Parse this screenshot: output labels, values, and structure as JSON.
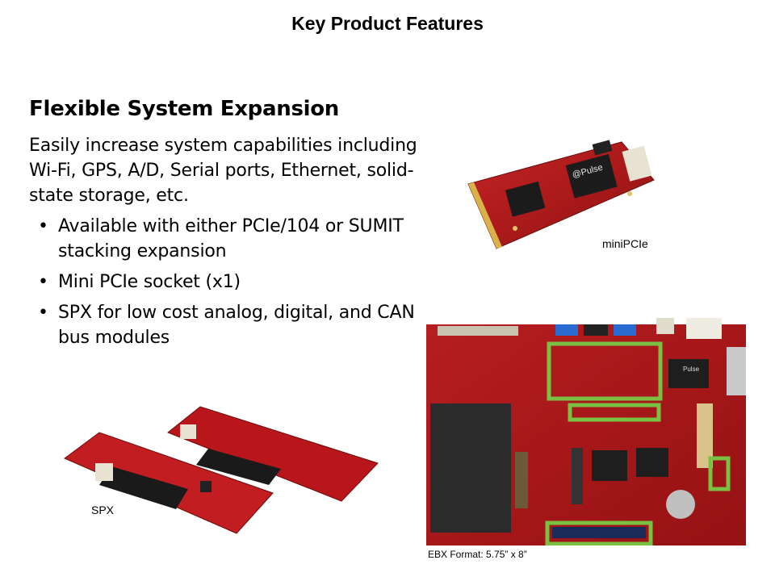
{
  "slide": {
    "title": "Key Product Features",
    "heading": "Flexible System Expansion",
    "intro": "Easily increase system capabilities including Wi-Fi, GPS, A/D, Serial ports, Ethernet, solid-state storage, etc.",
    "bullets": [
      "Available with either PCIe/104 or SUMIT stacking expansion",
      "Mini PCIe socket (x1)",
      "SPX for low cost analog, digital, and CAN bus modules"
    ]
  },
  "figures": {
    "minipcie_caption": "miniPCIe",
    "spx_caption": "SPX",
    "ebx_caption": "EBX Format: 5.75” x 8”",
    "minipcie_chip_text": "@Pulse",
    "ebx_chip_text": "Pulse",
    "colors": {
      "pcb_red": "#b3191c",
      "highlight_green": "#7ac143"
    }
  }
}
